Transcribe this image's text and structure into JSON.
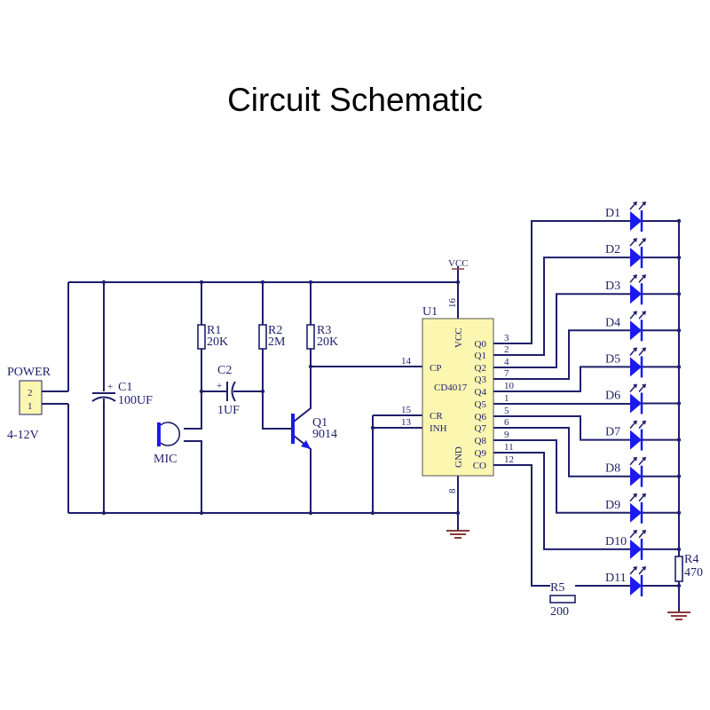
{
  "title": "Circuit Schematic",
  "power": {
    "label": "POWER",
    "pins": [
      "2",
      "1"
    ],
    "voltage": "4-12V"
  },
  "c1": {
    "ref": "C1",
    "value": "100UF",
    "polarity": "+"
  },
  "c2": {
    "ref": "C2",
    "value": "1UF",
    "polarity": "+"
  },
  "r1": {
    "ref": "R1",
    "value": "20K"
  },
  "r2": {
    "ref": "R2",
    "value": "2M"
  },
  "r3": {
    "ref": "R3",
    "value": "20K"
  },
  "r4": {
    "ref": "R4",
    "value": "470"
  },
  "r5": {
    "ref": "R5",
    "value": "200"
  },
  "mic": {
    "label": "MIC"
  },
  "q1": {
    "ref": "Q1",
    "value": "9014"
  },
  "u1": {
    "ref": "U1",
    "part": "CD4017",
    "vcc_net": "VCC",
    "vcc_label": "VCC",
    "gnd_label": "GND",
    "pin_vcc": "16",
    "pin_gnd": "8",
    "left_pins": [
      {
        "num": "14",
        "label": "CP"
      },
      {
        "num": "15",
        "label": "CR"
      },
      {
        "num": "13",
        "label": "INH"
      }
    ],
    "outputs": [
      {
        "label": "Q0",
        "pin": "3",
        "led": "D1"
      },
      {
        "label": "Q1",
        "pin": "2",
        "led": "D2"
      },
      {
        "label": "Q2",
        "pin": "4",
        "led": "D3"
      },
      {
        "label": "Q3",
        "pin": "7",
        "led": "D4"
      },
      {
        "label": "Q4",
        "pin": "10",
        "led": "D5"
      },
      {
        "label": "Q5",
        "pin": "1",
        "led": "D6"
      },
      {
        "label": "Q6",
        "pin": "5",
        "led": "D7"
      },
      {
        "label": "Q7",
        "pin": "6",
        "led": "D8"
      },
      {
        "label": "Q8",
        "pin": "9",
        "led": "D9"
      },
      {
        "label": "Q9",
        "pin": "11",
        "led": "D10"
      },
      {
        "label": "CO",
        "pin": "12",
        "led": "D11"
      }
    ]
  },
  "colors": {
    "wire": "#1f1f6b",
    "led": "#1a1aee",
    "ic_fill": "#fbf7b0",
    "ground": "#8b3a3a"
  }
}
